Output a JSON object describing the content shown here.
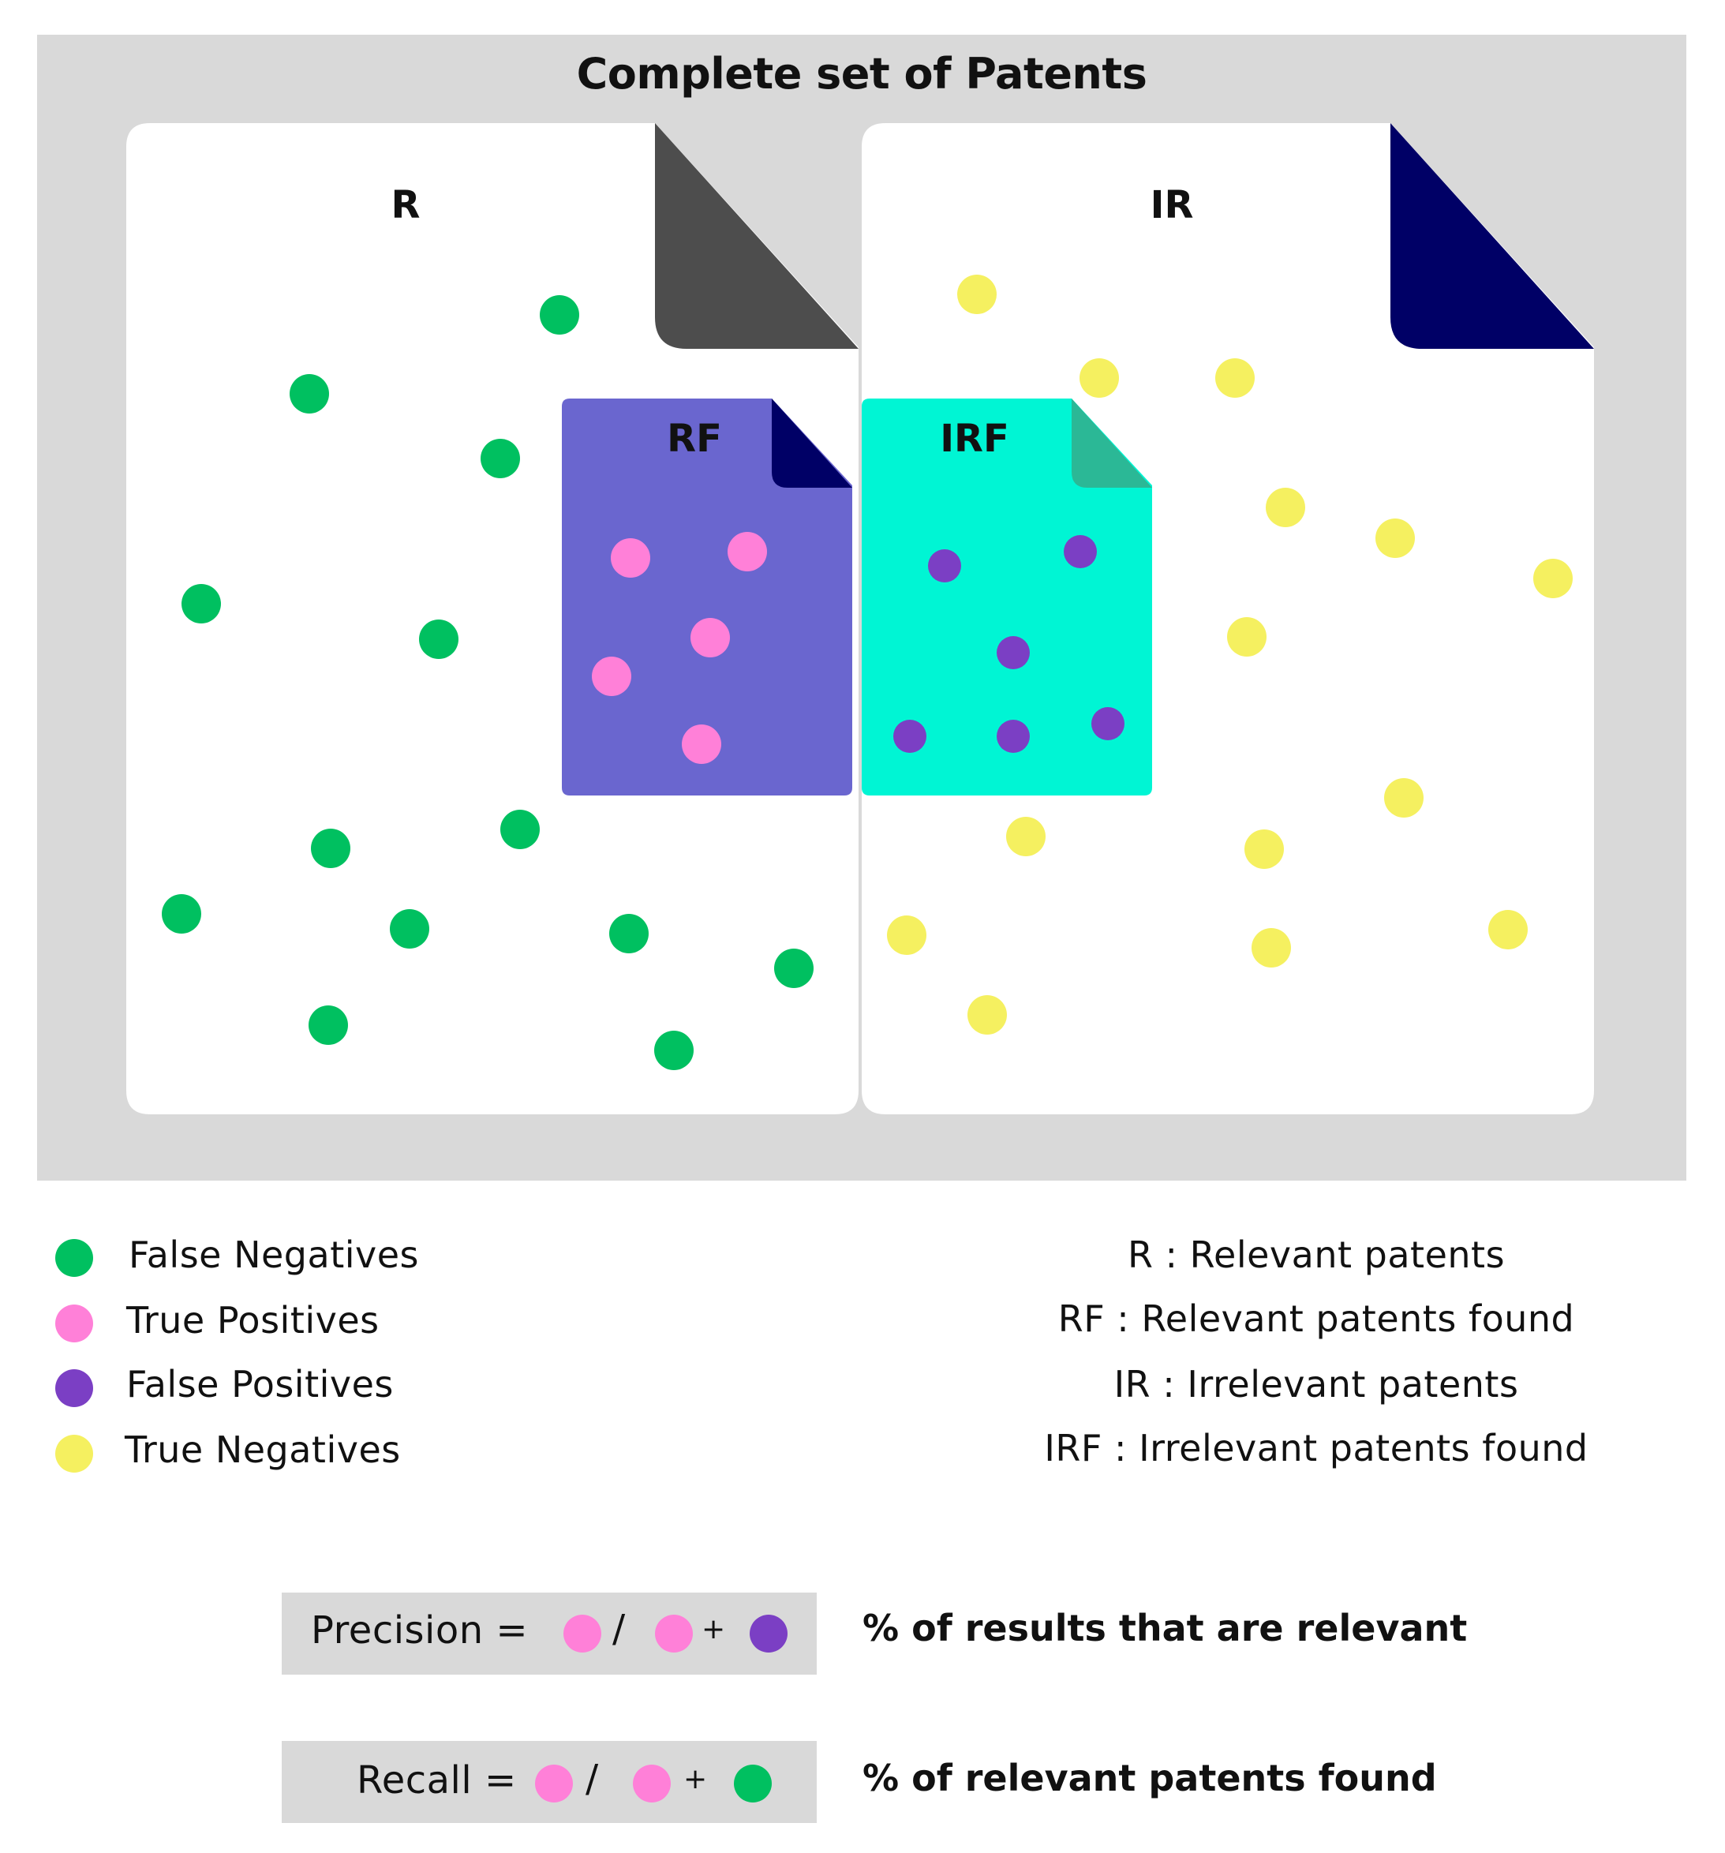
{
  "title": "Complete set of Patents",
  "documents": {
    "relevant": {
      "label": "R",
      "corner_color": "#4d4d4d"
    },
    "irrelevant": {
      "label": "IR",
      "corner_color": "#000066"
    },
    "relevant_found": {
      "label": "RF",
      "fill": "#6a66cf",
      "corner_color": "#000066"
    },
    "irrelevant_found": {
      "label": "IRF",
      "fill": "#00f5d4",
      "corner_color": "#2bb896"
    }
  },
  "colors": {
    "false_negative": "#00c060",
    "true_positive": "#ff80d8",
    "false_positive": "#7b3fc4",
    "true_negative": "#f5f060",
    "panel": "#d9d9d9"
  },
  "legend": [
    {
      "label": "False Negatives",
      "color": "#00c060"
    },
    {
      "label": "True Positives",
      "color": "#ff80d8"
    },
    {
      "label": "False Positives",
      "color": "#7b3fc4"
    },
    {
      "label": "True Negatives",
      "color": "#f5f060"
    }
  ],
  "definitions": [
    "R : Relevant  patents",
    "RF : Relevant patents found",
    "IR : Irrelevant  patents",
    "IRF : Irrelevant patents found"
  ],
  "formulas": {
    "precision": {
      "label": "Precision =",
      "slash": "/",
      "plus": "+",
      "description": "% of results that are relevant"
    },
    "recall": {
      "label": "Recall =",
      "slash": "/",
      "plus": "+",
      "description": "% of relevant patents found"
    }
  }
}
